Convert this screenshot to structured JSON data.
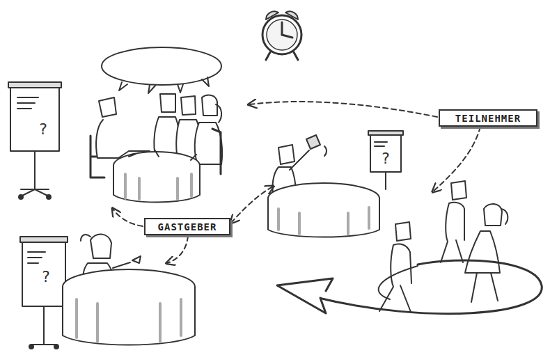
{
  "diagram": {
    "nodes": [
      {
        "text": [
          "TEILNEHMER"
        ]
      },
      {
        "text": [
          "GASTGEBER"
        ]
      }
    ],
    "labels": [
      "?",
      "?",
      "?"
    ]
  }
}
